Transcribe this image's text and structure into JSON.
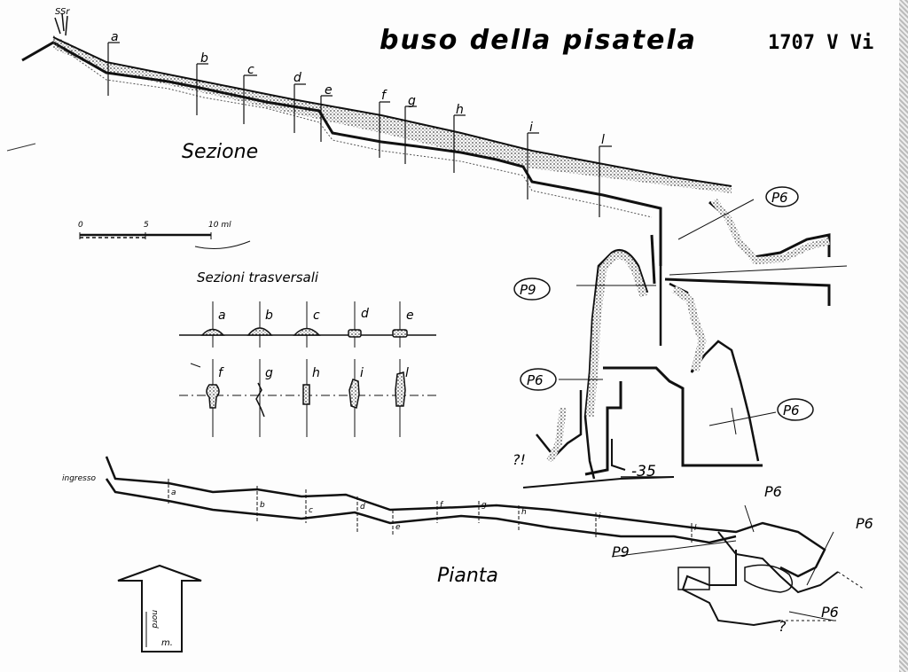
{
  "survey": {
    "title": "buso della pisatela",
    "code": "1707 V Vi",
    "top_mark": "SSr"
  },
  "section": {
    "label": "Sezione",
    "markers": [
      "a",
      "b",
      "c",
      "d",
      "e",
      "f",
      "g",
      "h",
      "i",
      "l"
    ]
  },
  "scale": {
    "ticks": [
      "0",
      "5",
      "10 ml"
    ]
  },
  "cross_sections": {
    "heading": "Sezioni trasversali",
    "row1": [
      "a",
      "b",
      "c",
      "d",
      "e"
    ],
    "row2": [
      "f",
      "g",
      "h",
      "i",
      "l"
    ]
  },
  "shafts": {
    "p6_top": "P6",
    "p9": "P9",
    "p6_left": "P6",
    "p6_right": "P6",
    "depth": "-35",
    "unknown": "?!"
  },
  "plan": {
    "label": "Pianta",
    "entrance": "ingresso",
    "markers": [
      "a",
      "b",
      "c",
      "d",
      "e",
      "f",
      "g",
      "h",
      "i",
      "l"
    ],
    "p6_a": "P6",
    "p6_b": "P6",
    "p6_c": "P6",
    "p9": "P9",
    "question": "?"
  },
  "north": {
    "label": "nord",
    "unit": "m."
  }
}
